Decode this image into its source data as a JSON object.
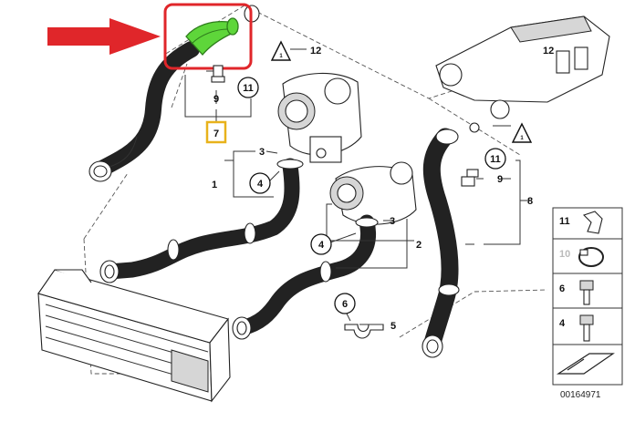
{
  "colors": {
    "highlight_box": "#e0262a",
    "arrow": "#e0262a",
    "highlight_fill": "#5ed63a",
    "label_box": "#e8b21b",
    "line": "#222222"
  },
  "labels": {
    "l1": "1",
    "l2": "2",
    "l3a": "3",
    "l3b": "3",
    "l4a": "4",
    "l4b": "4",
    "l5": "5",
    "l6": "6",
    "l7": "7",
    "l8": "8",
    "l9a": "9",
    "l9b": "9",
    "l10": "10",
    "l11a": "11",
    "l11b": "11",
    "l11c": "11",
    "l12a": "12",
    "l12b": "12",
    "l4c": "4",
    "l6b": "6"
  },
  "warning_icons": [
    "warning-icon",
    "warning-icon"
  ],
  "legend": {
    "items": [
      {
        "label": "11",
        "icon": "clip-icon"
      },
      {
        "label": "10",
        "icon": "hose-clamp-icon"
      },
      {
        "label": "6",
        "icon": "bolt-icon"
      },
      {
        "label": "4",
        "icon": "bolt-icon"
      }
    ]
  },
  "diagram_code": "00164971"
}
